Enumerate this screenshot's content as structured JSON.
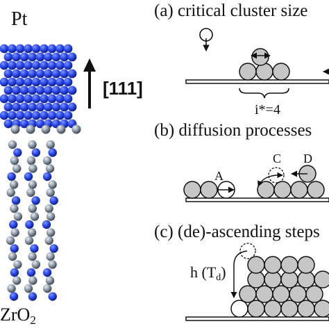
{
  "labels": {
    "metal": "Pt",
    "substrate": "ZrO",
    "substrate_sub": "2",
    "direction": "[111]"
  },
  "panels": {
    "a": "(a) critical cluster size",
    "b": "(b) diffusion processes",
    "c": "(c) (de)-ascending steps"
  },
  "annotations": {
    "critical_size": "i*=4",
    "process_A": "A",
    "process_C": "C",
    "process_D": "D",
    "step_height": "h (T",
    "step_height_sub": "d",
    "step_height_close": ")"
  },
  "colors": {
    "pt_atoms": "#2a47e8",
    "zro2_atoms": "#8c98a6",
    "cluster_atoms": "#c6c6c6",
    "adatom": "#ffffff",
    "line": "#111111"
  }
}
